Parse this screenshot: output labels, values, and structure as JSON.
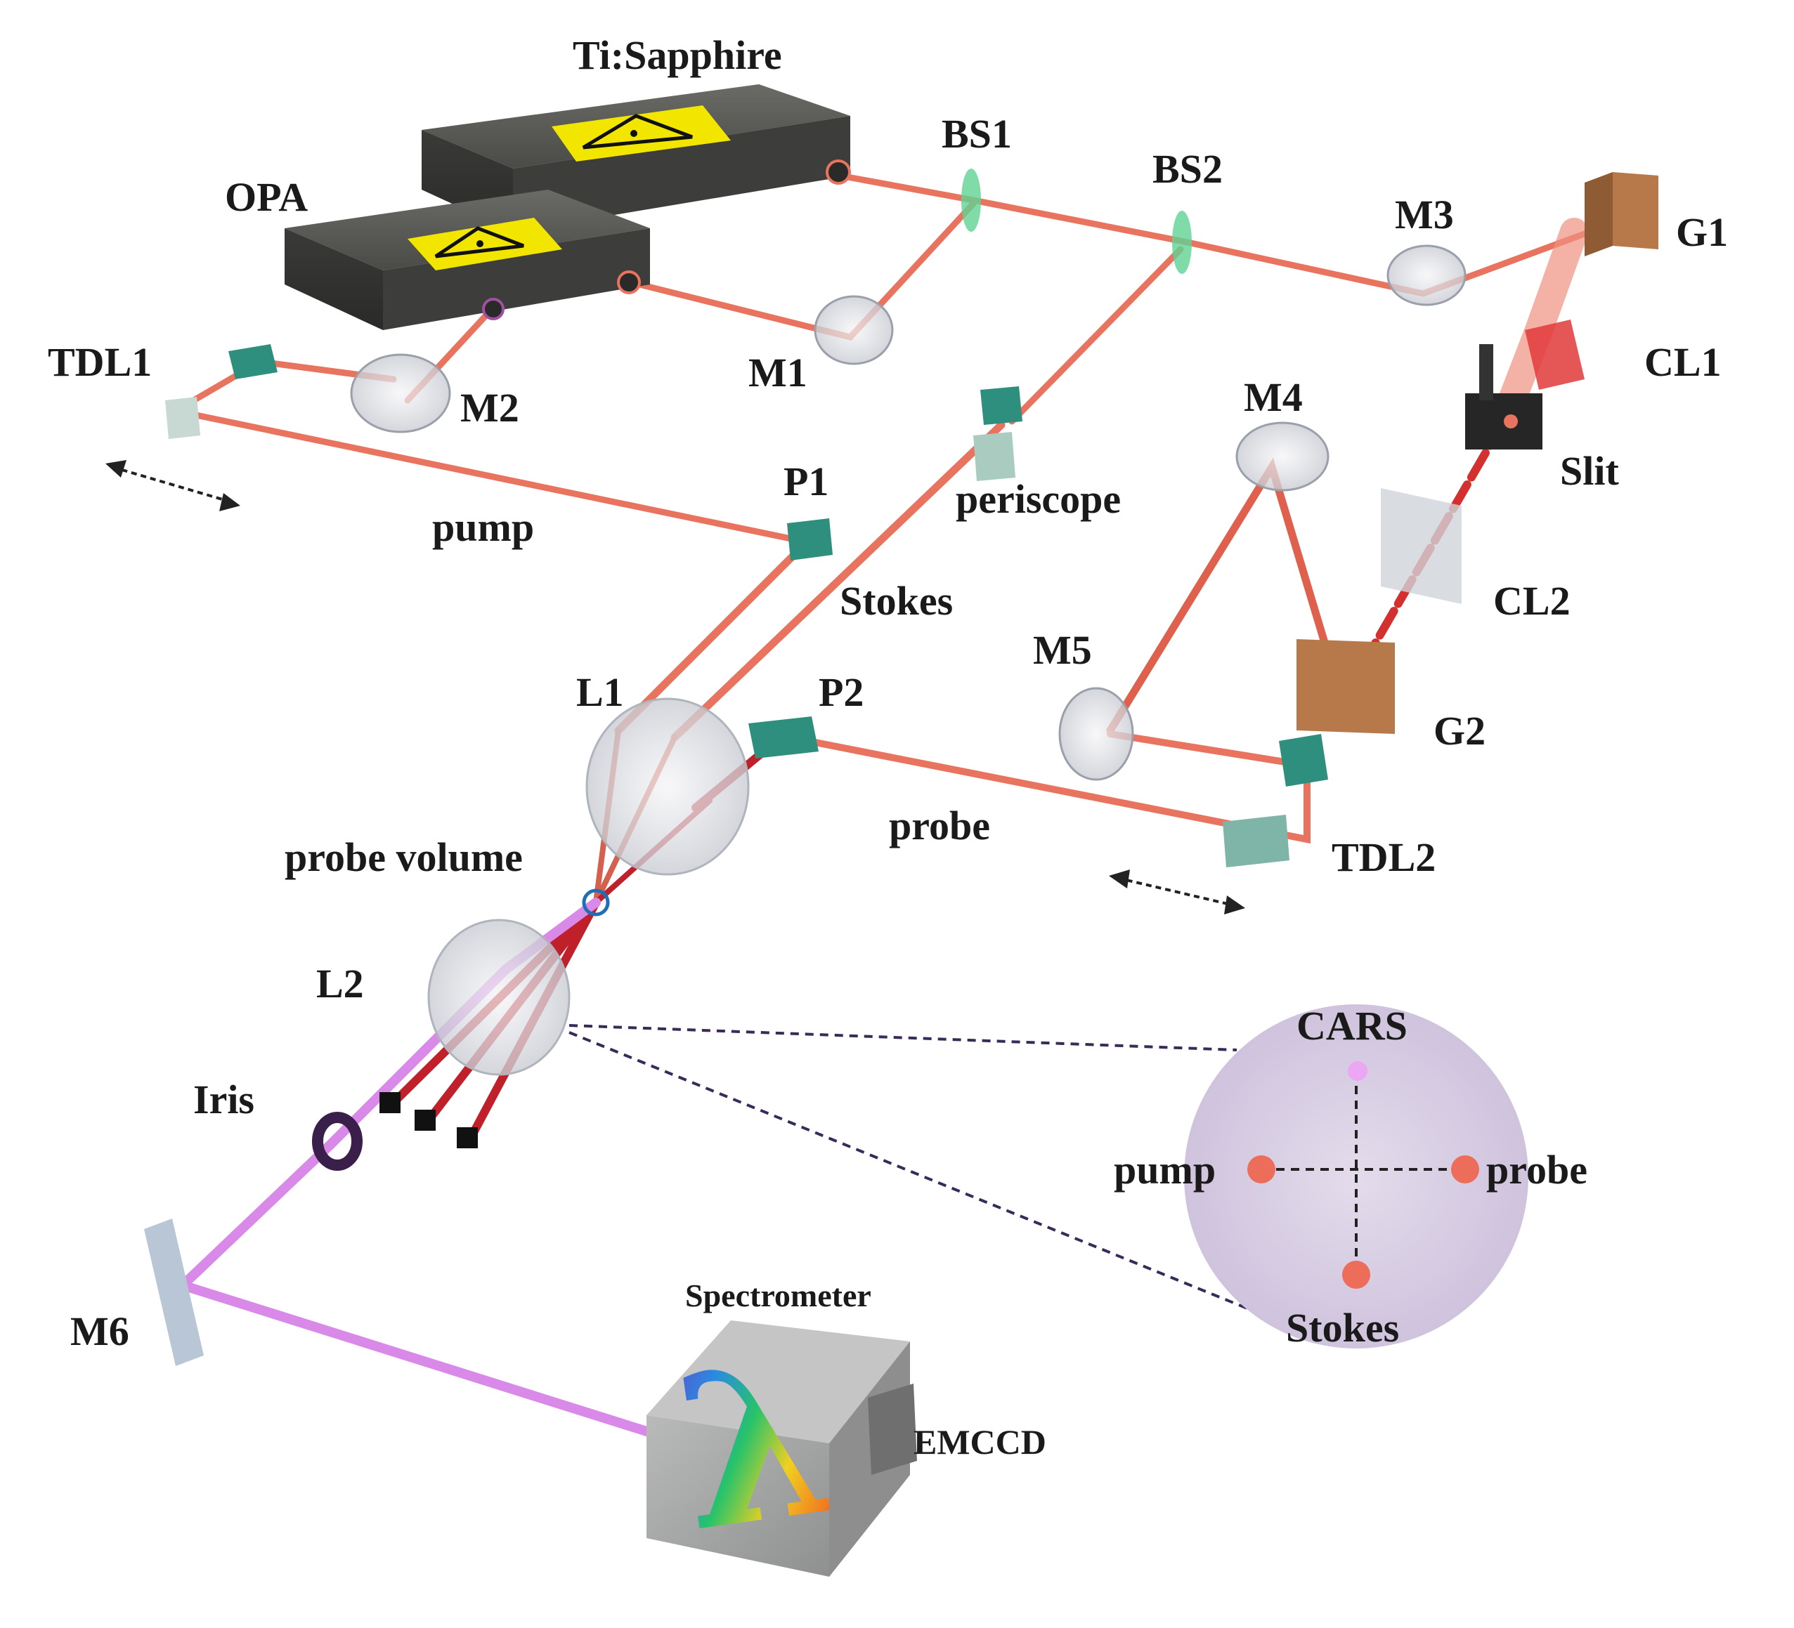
{
  "labels": {
    "ti_sapphire": "Ti:Sapphire",
    "opa": "OPA",
    "bs1": "BS1",
    "bs2": "BS2",
    "m3": "M3",
    "g1": "G1",
    "tdl1": "TDL1",
    "m2": "M2",
    "m1": "M1",
    "cl1": "CL1",
    "m4": "M4",
    "slit": "Slit",
    "periscope": "periscope",
    "p1": "P1",
    "pump": "pump",
    "stokes": "Stokes",
    "cl2": "CL2",
    "m5": "M5",
    "l1": "L1",
    "p2": "P2",
    "g2": "G2",
    "probe": "probe",
    "probe_volume": "probe volume",
    "tdl2": "TDL2",
    "l2": "L2",
    "iris": "Iris",
    "m6": "M6",
    "spectrometer": "Spectrometer",
    "emccd": "EMCCD",
    "lambda_symbol": "λ"
  },
  "inset": {
    "cars": "CARS",
    "pump": "pump",
    "probe": "probe",
    "stokes": "Stokes"
  },
  "colors": {
    "beam_red": "#e8735f",
    "beam_dark_red": "#c0202a",
    "beam_violet": "#d98ae8",
    "laser_box": "#4a4a48",
    "warning_yellow": "#f2e600",
    "grating": "#b8794a",
    "prism_teal": "#2f8f7e",
    "inset_fill": "#d9cfe6",
    "spectrometer": "#a9aaa9"
  }
}
